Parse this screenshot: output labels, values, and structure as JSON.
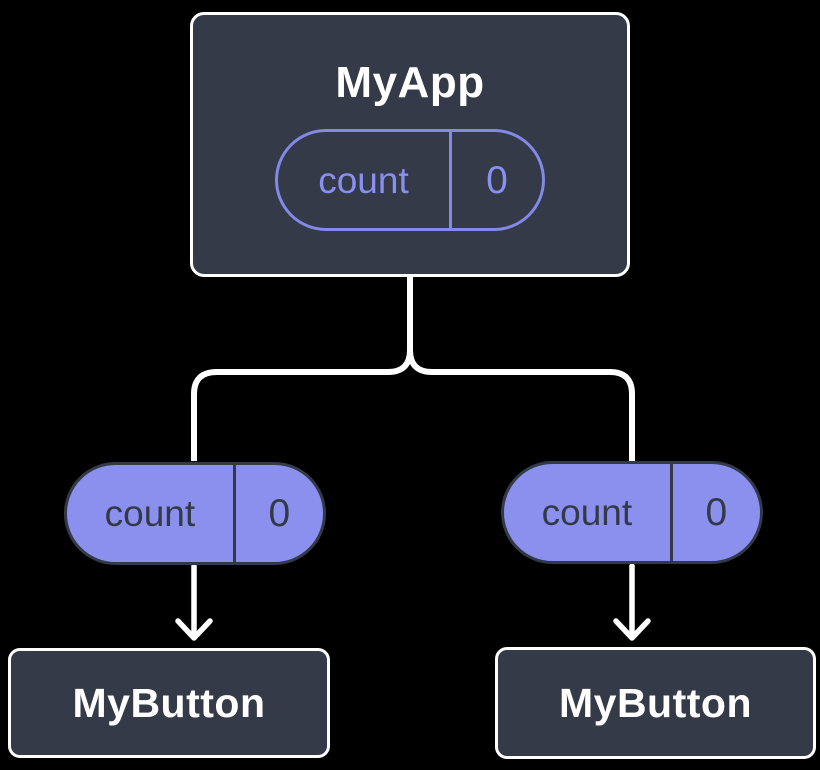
{
  "colors": {
    "background": "#000000",
    "node_fill": "#343A48",
    "node_border": "#FFFFFF",
    "node_text": "#FFFFFF",
    "accent_purple": "#8B90EE",
    "outlined_pill_border": "#8289E6",
    "outlined_pill_text": "#8A90F0",
    "filled_pill_text": "#333A47",
    "filled_pill_border": "#333A47",
    "connector": "#FFFFFF"
  },
  "tree": {
    "root": {
      "title": "MyApp",
      "state_pill": {
        "label": "count",
        "value": "0"
      }
    },
    "children": [
      {
        "pill": {
          "label": "count",
          "value": "0"
        },
        "node": {
          "title": "MyButton"
        }
      },
      {
        "pill": {
          "label": "count",
          "value": "0"
        },
        "node": {
          "title": "MyButton"
        }
      }
    ]
  }
}
